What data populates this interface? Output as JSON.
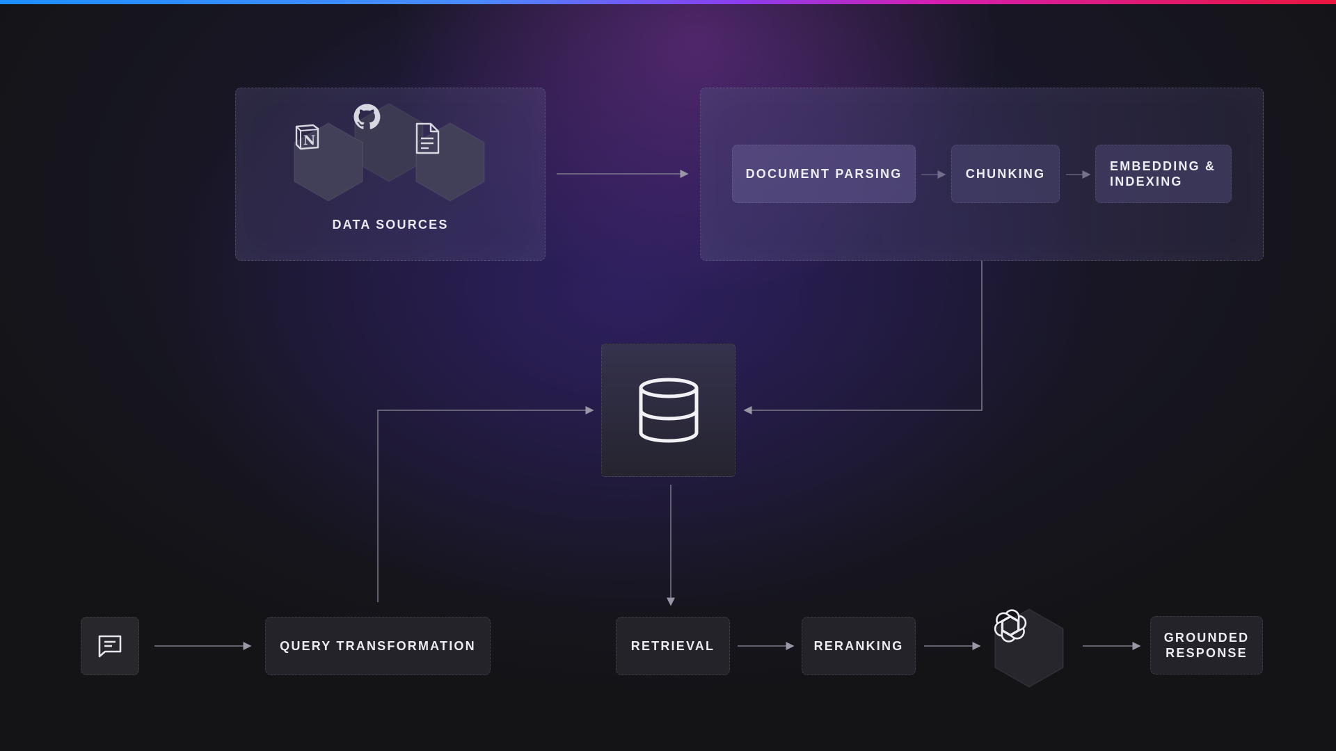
{
  "diagram": {
    "data_sources": {
      "label": "DATA SOURCES",
      "icons": [
        "notion-icon",
        "github-icon",
        "document-icon"
      ]
    },
    "processing": {
      "steps": [
        "DOCUMENT PARSING",
        "CHUNKING",
        "EMBEDDING & INDEXING"
      ],
      "embedding_line1": "EMBEDDING &",
      "embedding_line2": "INDEXING"
    },
    "vector_store": {
      "icon": "database-icon"
    },
    "query_flow": {
      "input_icon": "chat-icon",
      "query_transformation": "QUERY TRANSFORMATION",
      "retrieval": "RETRIEVAL",
      "reranking": "RERANKING",
      "llm_icon": "openai-icon",
      "grounded_line1": "GROUNDED",
      "grounded_line2": "RESPONSE"
    },
    "colors": {
      "background": "#141416",
      "accent_gradient": [
        "#1e90ff",
        "#8a3df0",
        "#d61fb0",
        "#e8163e"
      ],
      "box": "#242329",
      "connector": "#8c8a98"
    }
  }
}
